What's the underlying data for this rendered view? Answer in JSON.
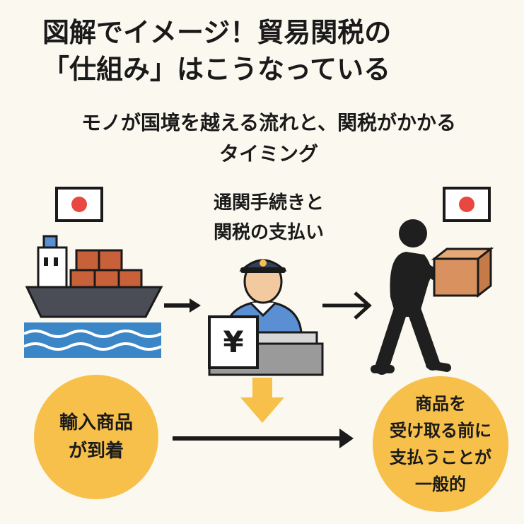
{
  "title": {
    "line1": "図解でイメージ！貿易関税の",
    "line2": "「仕組み」はこうなっている"
  },
  "subtitle": {
    "line1": "モノが国境を越える流れと、関税がかかる",
    "line2": "タイミング"
  },
  "customs": {
    "line1": "通関手続きと",
    "line2": "関税の支払い",
    "yen_symbol": "¥"
  },
  "left_circle": {
    "line1": "輸入商品",
    "line2": "が到着"
  },
  "right_circle": {
    "line1": "商品を",
    "line2": "受け取る前に",
    "line3": "支払うことが",
    "line4": "一般的"
  },
  "colors": {
    "background": "#fbf8ef",
    "circle": "#f7c04a",
    "flag_red": "#e8483f",
    "ship_hull": "#4a4d55",
    "container": "#c8613a",
    "water": "#3b86c6",
    "officer_uniform": "#5a8fd3",
    "box": "#d9915f",
    "person": "#1f1f1f"
  },
  "icons": [
    "japan-flag-icon",
    "cargo-ship-icon",
    "customs-officer-icon",
    "yen-sign-icon",
    "person-carrying-box-icon",
    "arrow-right-icon",
    "arrow-down-icon"
  ]
}
